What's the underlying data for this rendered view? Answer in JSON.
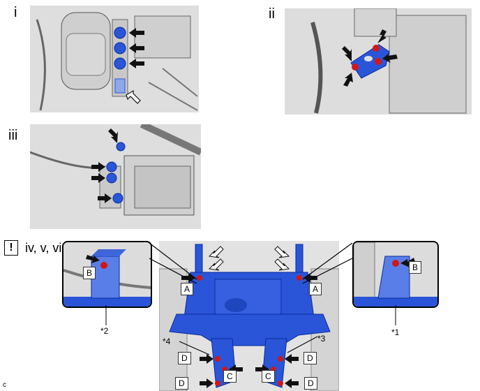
{
  "panels": {
    "i": {
      "label": "i"
    },
    "ii": {
      "label": "ii"
    },
    "iii": {
      "label": "iii"
    },
    "iv_vi": {
      "label": "iv, v, vi",
      "warning_symbol": "!"
    }
  },
  "callouts": {
    "A": "A",
    "B": "B",
    "C": "C",
    "D": "D"
  },
  "notes": {
    "n1": "*1",
    "n2": "*2",
    "n3": "*3",
    "n4": "*4"
  },
  "corner_mark": "c",
  "colors": {
    "part_blue": "#2a55d8",
    "bolt_red": "#d01818",
    "photo_bg": "#e4e4e4",
    "arrow_black": "#111111"
  }
}
